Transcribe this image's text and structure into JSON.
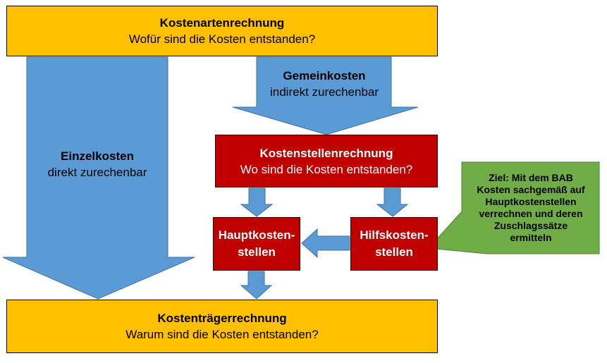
{
  "colors": {
    "yellow_box": "#ffc000",
    "red_box": "#c00000",
    "blue_arrow": "#5b9bd5",
    "green_callout": "#70ad47"
  },
  "kostenartenrechnung": {
    "title": "Kostenartenrechnung",
    "question": "Wofür sind die Kosten entstanden?"
  },
  "gemeinkosten": {
    "title": "Gemeinkosten",
    "subtitle": "indirekt zurechenbar"
  },
  "einzelkosten": {
    "title": "Einzelkosten",
    "subtitle": "direkt zurechenbar"
  },
  "kostenstellenrechnung": {
    "title": "Kostenstellenrechnung",
    "question": "Wo sind die Kosten entstanden?"
  },
  "hauptkostenstellen": {
    "line1": "Hauptkosten-",
    "line2": "stellen"
  },
  "hilfskostenstellen": {
    "line1": "Hilfskosten-",
    "line2": "stellen"
  },
  "callout": {
    "lines": [
      "Ziel: Mit dem BAB",
      "Kosten sachgemäß auf",
      "Hauptkostenstellen",
      "verrechnen und deren",
      "Zuschlagssätze",
      "ermitteln"
    ]
  },
  "kostentraegerrechnung": {
    "title": "Kostenträgerrechnung",
    "question": "Warum sind die Kosten entstanden?"
  }
}
